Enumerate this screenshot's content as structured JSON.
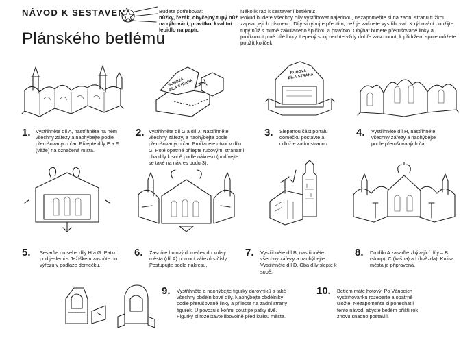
{
  "header": {
    "title_small": "NÁVOD K SESTAVENÍ",
    "title_big": "Plánského betlému"
  },
  "needs": {
    "intro": "Budete potřebovat:",
    "items": "nůžky, řezák, obyčejný tupý nůž na rýhování, pravítko, kvalitní lepidlo na papír."
  },
  "tips": {
    "heading": "Několik rad k sestavení betlému:",
    "text": "Pokud budete všechny díly vystřihovat najednou, nezapomeňte si na zadní stranu tužkou zapsat jejich písmeno. Díly si rýhujte předtím, než je začnete vystřihovat. K rýhování použijte tupý nůž s mírně zakulaceno špičkou a pravítko. Ohýbat budete přerušované linky a proříznout plné bílé linky. Lepený spoj nechte vždy dobře zaschnout, k přidržení spoje můžete použít kolíček."
  },
  "illustration_labels": {
    "rubova_1": "RUBOVÁ",
    "rubova_2": "BÍLÁ STRANA"
  },
  "steps": [
    {
      "num": "1.",
      "text": "Vystřihněte díl A, nastřihněte na něm všechny zářezy a naohýbejte podle přerušovaných čar. Přilepte díly E a F (věže) na označená místa."
    },
    {
      "num": "2.",
      "text": "Vystřihněte díl G a díl J. Nastřihněte všechny zářezy, a naohýbejte podle přerušovaných čar. Proříznete otvor v dílu G. Poté opatrně přilepte rubovými stranami oba díly k sobě podle nákresu (podívejte se také na nákres bodu 3)."
    },
    {
      "num": "3.",
      "text": "Slepenou část portálu domečku postavte a odložte zatím stranou."
    },
    {
      "num": "4.",
      "text": "Vystřihněte díl H, nastřihněte všechny zářezy a naohýbejte podle přerušovaných čar."
    },
    {
      "num": "5.",
      "text": "Sesaďte do sebe díly H a G. Patku pod jeslemi s Ježíškem zasuňte do výřezu v podlaze domečku."
    },
    {
      "num": "6.",
      "text": "Zasuňte hotový domeček do kulisy města (díl A) pomocí zářezů s čísly. Postupujte podle nákresu."
    },
    {
      "num": "7.",
      "text": "Vystřihněte díl B, nastřihněte všechny zářezy a naohýbejte. Vystřihněte díl D. Oba díly slepte k sobě."
    },
    {
      "num": "8.",
      "text": "Do dílu A zasaďte zbývající díly – B (sloup), C (kašna) a I (hvězda). Kulisa města je připravená."
    },
    {
      "num": "9.",
      "text": "Vystřihněte a naohýbejte figurky darovníků a také všechny obdélníkové díly. Naohýbejte obdélníky podle přerušované linky a přilepte na zadní strany figurek. U povozu s koňmi použijte patky dvě. Figurky si rozestavte libovolně před kulisu města."
    },
    {
      "num": "10.",
      "text": "Betlém máte hotový. Po Vánocích vystřihovánku rozeberte a opatrně uložte. Nezapomeňte si ponechat i tento návod, abyste betlém příští rok znovu snadno postavili."
    }
  ]
}
